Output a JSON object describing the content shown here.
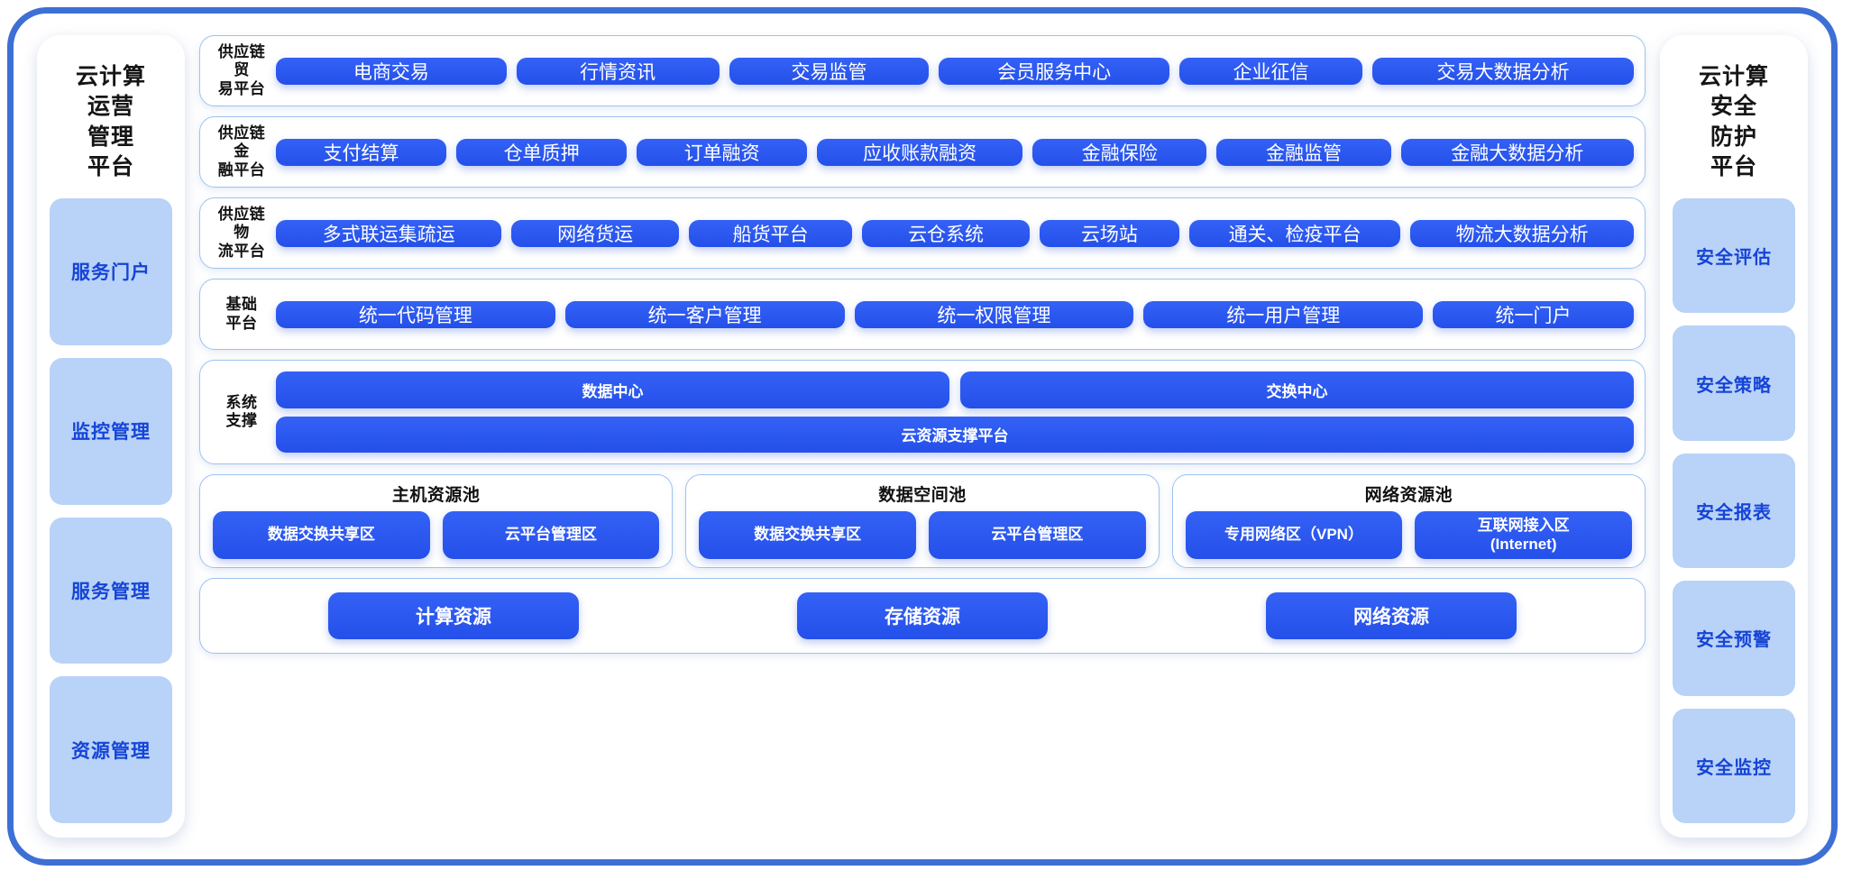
{
  "colors": {
    "frame_border": "#3e6fd4",
    "band_border": "#9cc3f0",
    "pill_blue": "#2450ea",
    "chip_light": "#b9d2f7",
    "chip_text": "#1544d6"
  },
  "left_panel": {
    "title_lines": [
      "云计算",
      "运营",
      "管理",
      "平台"
    ],
    "items": [
      {
        "label": "服务门户"
      },
      {
        "label": "监控管理"
      },
      {
        "label": "服务管理"
      },
      {
        "label": "资源管理"
      }
    ]
  },
  "right_panel": {
    "title_lines": [
      "云计算",
      "安全",
      "防护",
      "平台"
    ],
    "items": [
      {
        "label": "安全评估"
      },
      {
        "label": "安全策略"
      },
      {
        "label": "安全报表"
      },
      {
        "label": "安全预警"
      },
      {
        "label": "安全监控"
      }
    ]
  },
  "rows": {
    "trade": {
      "label_lines": [
        "供应链贸",
        "易平台"
      ],
      "items": [
        {
          "label": "电商交易",
          "flex": 1.52
        },
        {
          "label": "行情资讯",
          "flex": 1.32
        },
        {
          "label": "交易监管",
          "flex": 1.3
        },
        {
          "label": "会员服务中心",
          "flex": 1.52
        },
        {
          "label": "企业征信",
          "flex": 1.18
        },
        {
          "label": "交易大数据分析",
          "flex": 1.74
        }
      ]
    },
    "finance": {
      "label_lines": [
        "供应链金",
        "融平台"
      ],
      "items": [
        {
          "label": "支付结算",
          "flex": 1.22
        },
        {
          "label": "仓单质押",
          "flex": 1.22
        },
        {
          "label": "订单融资",
          "flex": 1.22
        },
        {
          "label": "应收账款融资",
          "flex": 1.5
        },
        {
          "label": "金融保险",
          "flex": 1.25
        },
        {
          "label": "金融监管",
          "flex": 1.25
        },
        {
          "label": "金融大数据分析",
          "flex": 1.72
        }
      ]
    },
    "logistics": {
      "label_lines": [
        "供应链物",
        "流平台"
      ],
      "items": [
        {
          "label": "多式联运集疏运",
          "flex": 1.74
        },
        {
          "label": "网络货运",
          "flex": 1.25
        },
        {
          "label": "船货平台",
          "flex": 1.22
        },
        {
          "label": "云仓系统",
          "flex": 1.25
        },
        {
          "label": "云场站",
          "flex": 1.02
        },
        {
          "label": "通关、检疫平台",
          "flex": 1.62
        },
        {
          "label": "物流大数据分析",
          "flex": 1.72
        }
      ]
    },
    "base": {
      "label_lines": [
        "基础",
        "平台"
      ],
      "items": [
        {
          "label": "统一代码管理",
          "flex": 1.5
        },
        {
          "label": "统一客户管理",
          "flex": 1.5
        },
        {
          "label": "统一权限管理",
          "flex": 1.5
        },
        {
          "label": "统一用户管理",
          "flex": 1.5
        },
        {
          "label": "统一门户",
          "flex": 1.05
        }
      ]
    },
    "system": {
      "label_lines": [
        "系统",
        "支撑"
      ],
      "top_items": [
        {
          "label": "数据中心"
        },
        {
          "label": "交换中心"
        }
      ],
      "bottom_item": {
        "label": "云资源支撑平台"
      }
    }
  },
  "pools": [
    {
      "title": "主机资源池",
      "items": [
        {
          "label": "数据交换共享区"
        },
        {
          "label": "云平台管理区"
        }
      ]
    },
    {
      "title": "数据空间池",
      "items": [
        {
          "label": "数据交换共享区"
        },
        {
          "label": "云平台管理区"
        }
      ]
    },
    {
      "title": "网络资源池",
      "items": [
        {
          "label": "专用网络区（VPN）"
        },
        {
          "label": "互联网接入区\n(Internet)"
        }
      ]
    }
  ],
  "resources": [
    {
      "label": "计算资源"
    },
    {
      "label": "存储资源"
    },
    {
      "label": "网络资源"
    }
  ]
}
